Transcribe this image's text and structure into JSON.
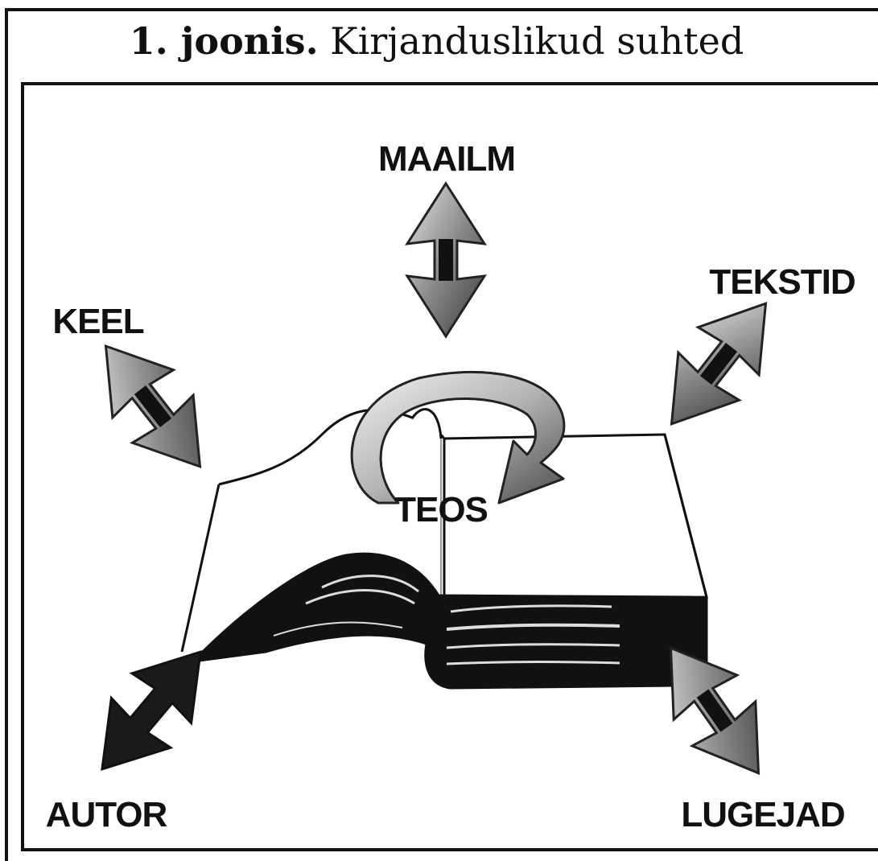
{
  "figure": {
    "title_number": "1. joonis.",
    "title_text": "Kirjanduslikud suhted"
  },
  "diagram": {
    "center_label": "TEOS",
    "nodes": {
      "world": "MAAILM",
      "texts": "TEKSTID",
      "language": "KEEL",
      "author": "AUTOR",
      "readers": "LUGEJAD"
    }
  },
  "colors": {
    "ink": "#111111",
    "arrow_light": "#d9d9d9",
    "arrow_dark": "#4a4a4a"
  },
  "icons": [
    "open-book-icon",
    "double-arrow-icon",
    "circular-arrow-icon"
  ]
}
